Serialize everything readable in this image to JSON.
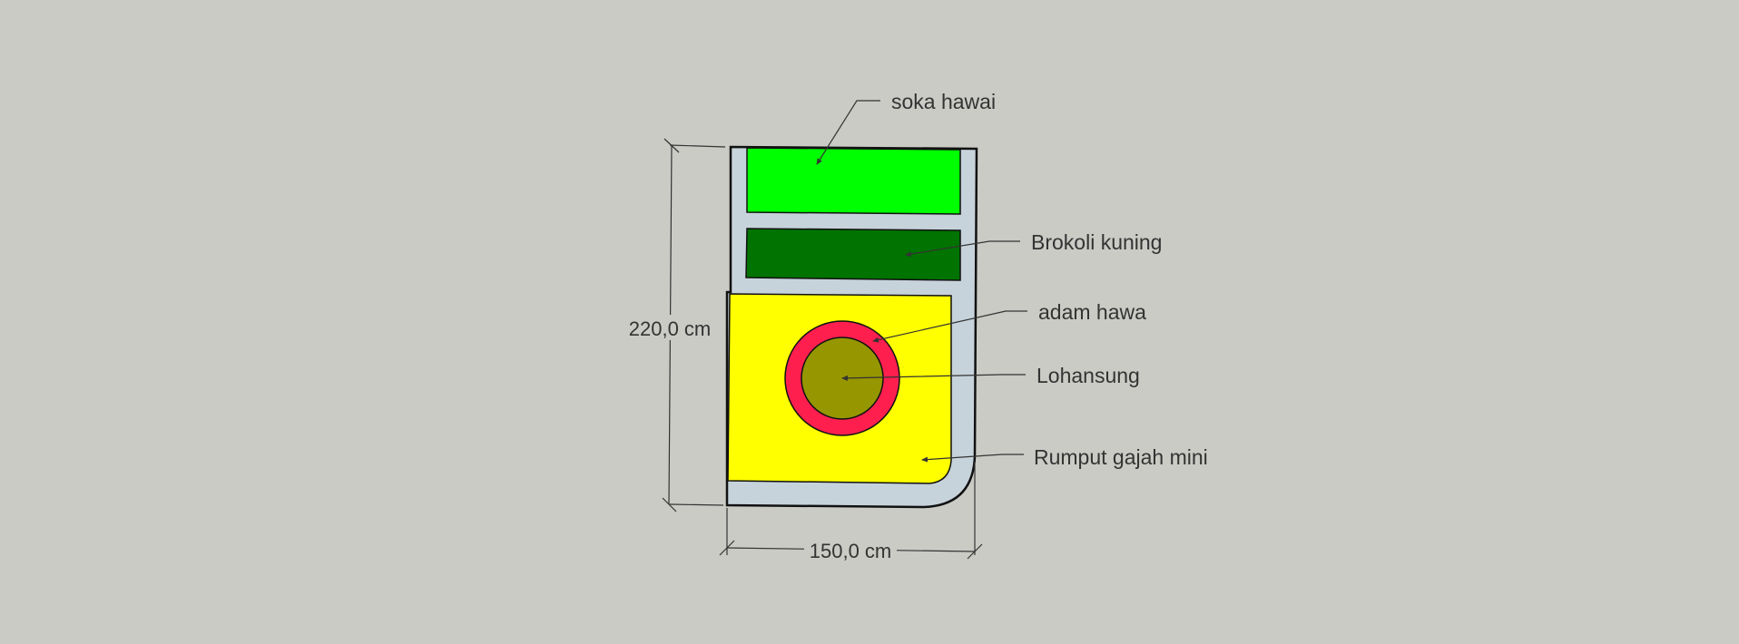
{
  "colors": {
    "background": "#cacbc5",
    "border_path": "#c7d3db",
    "soka_hawai": "#00ff00",
    "brokoli_kuning": "#007300",
    "rumput_gajah_mini": "#ffff00",
    "adam_hawa": "#ff1f4f",
    "lohansung": "#969600",
    "line": "#111111",
    "label_text": "#333333"
  },
  "dimensions": {
    "height_label": "220,0 cm",
    "width_label": "150,0 cm"
  },
  "labels": {
    "soka_hawai": "soka hawai",
    "brokoli_kuning": "Brokoli kuning",
    "adam_hawa": "adam hawa",
    "lohansung": "Lohansung",
    "rumput_gajah_mini": "Rumput gajah mini"
  }
}
